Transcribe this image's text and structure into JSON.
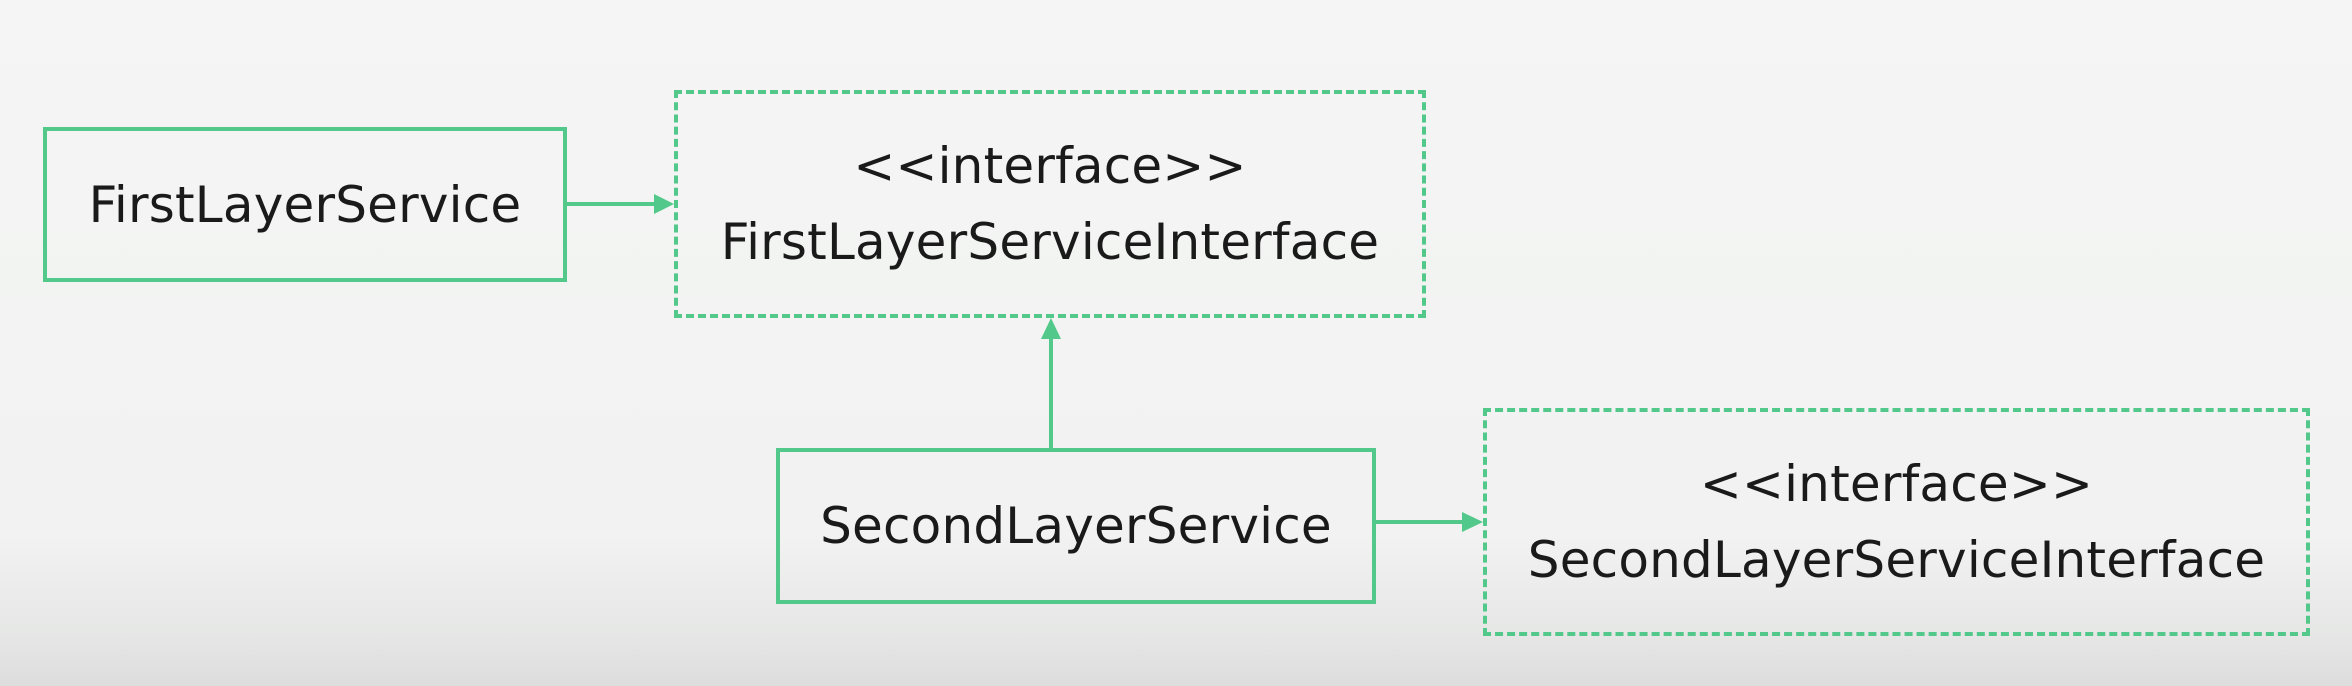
{
  "diagram": {
    "first_service": {
      "name": "FirstLayerService"
    },
    "first_interface": {
      "stereotype": "<<interface>>",
      "name": "FirstLayerServiceInterface"
    },
    "second_service": {
      "name": "SecondLayerService"
    },
    "second_interface": {
      "stereotype": "<<interface>>",
      "name": "SecondLayerServiceInterface"
    }
  },
  "colors": {
    "accent": "#52c98a",
    "text": "#1a1a1a",
    "background": "#f3f4f3"
  }
}
